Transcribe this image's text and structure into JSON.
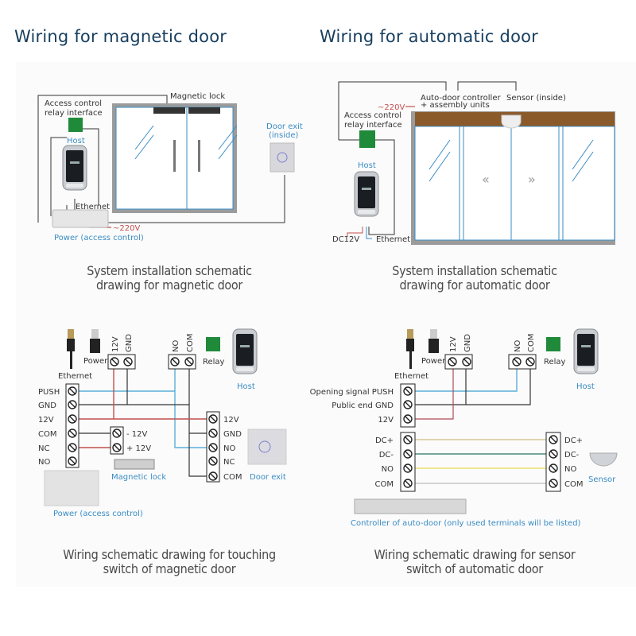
{
  "titles": {
    "magnetic": "Wiring for magnetic door",
    "automatic": "Wiring for automatic door"
  },
  "captions": {
    "mag_install": [
      "System installation schematic",
      "drawing for magnetic door"
    ],
    "auto_install": [
      "System installation schematic",
      "drawing for automatic door"
    ],
    "mag_wiring": [
      "Wiring schematic drawing for touching",
      "switch of magnetic door"
    ],
    "auto_wiring": [
      "Wiring schematic drawing for sensor",
      "switch of automatic door"
    ]
  },
  "mag_install": {
    "magnetic_lock": "Magnetic lock",
    "relay_interface": [
      "Access control",
      "relay interface"
    ],
    "host": "Host",
    "ethernet": "Ethernet",
    "voltage": "~220V",
    "power": "Power (access control)",
    "door_exit": [
      "Door exit",
      "(inside)"
    ]
  },
  "auto_install": {
    "controller": [
      "Auto-door controller",
      "+ assembly units"
    ],
    "sensor": "Sensor (inside)",
    "voltage": "~220V",
    "relay_interface": [
      "Access control",
      "relay interface"
    ],
    "host": "Host",
    "dc12v": "DC12V",
    "ethernet": "Ethernet"
  },
  "mag_wiring": {
    "ethernet": "Ethernet",
    "power": "Power",
    "power_terminals": [
      "12V",
      "GND"
    ],
    "relay_terminals": [
      "NO",
      "COM"
    ],
    "relay": "Relay",
    "host": "Host",
    "power_box_terminals": [
      "PUSH",
      "GND",
      "12V",
      "COM",
      "NC",
      "NO"
    ],
    "lock_terminals": [
      "- 12V",
      "+ 12V"
    ],
    "magnetic_lock": "Magnetic lock",
    "exit_terminals": [
      "12V",
      "GND",
      "NO",
      "NC",
      "COM"
    ],
    "door_exit": "Door exit",
    "power_box": "Power (access control)"
  },
  "auto_wiring": {
    "ethernet": "Ethernet",
    "power": "Power",
    "power_terminals": [
      "12V",
      "GND"
    ],
    "relay_terminals": [
      "NO",
      "COM"
    ],
    "relay": "Relay",
    "host": "Host",
    "controller_top_terminals": [
      "Opening signal PUSH",
      "Public end GND",
      "12V"
    ],
    "controller_bottom_terminals": [
      "DC+",
      "DC-",
      "NO",
      "COM"
    ],
    "sensor_terminals": [
      "DC+",
      "DC-",
      "NO",
      "COM"
    ],
    "sensor": "Sensor",
    "controller": "Controller of auto-door (only used terminals will be listed)"
  },
  "colors": {
    "title": "#173e5e",
    "accent_blue": "#3a8cc4",
    "wire_red": "#c0504d",
    "wire_black": "#333333",
    "relay_green": "#1f8a3a",
    "door_header_brown": "#8b5a2b"
  }
}
